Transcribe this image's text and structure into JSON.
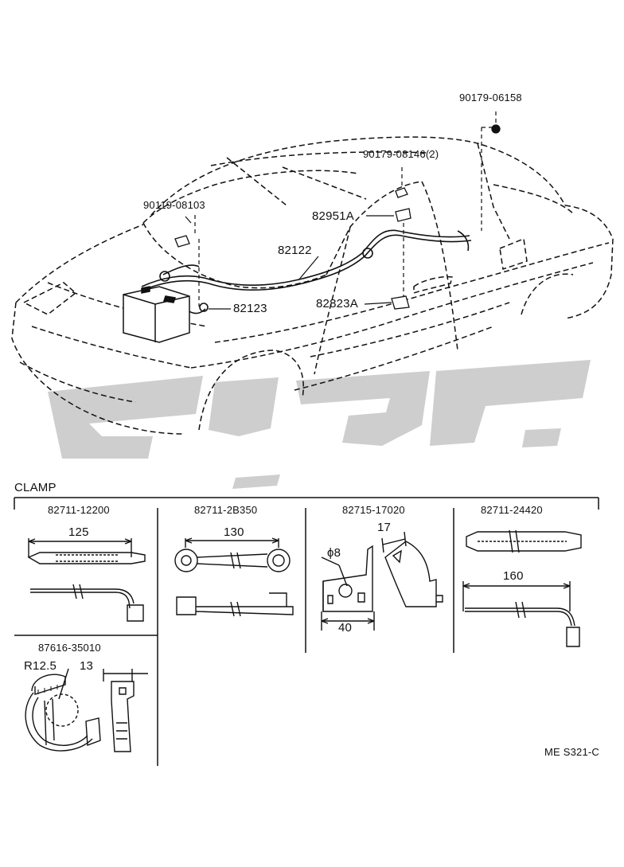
{
  "callouts": {
    "p90179_06158": "90179-06158",
    "p90179_08146": "90179-08146(2)",
    "p90119_08103": "90119-08103",
    "p82951a": "82951A",
    "p82122": "82122",
    "p82123": "82123",
    "p82823a": "82823A"
  },
  "clamp_section": {
    "title": "CLAMP",
    "panels": [
      {
        "part": "82711-12200",
        "dims": [
          "125"
        ]
      },
      {
        "part": "82711-2B350",
        "dims": [
          "130"
        ]
      },
      {
        "part": "82715-17020",
        "dims": [
          "17",
          "ϕ8",
          "40"
        ]
      },
      {
        "part": "82711-24420",
        "dims": [
          "160"
        ]
      },
      {
        "part": "87616-35010",
        "dims": [
          "R12.5",
          "13"
        ]
      }
    ]
  },
  "figure_code": "ME S321-C",
  "watermark_color": "#c7c7c7",
  "line_color": "#111111"
}
